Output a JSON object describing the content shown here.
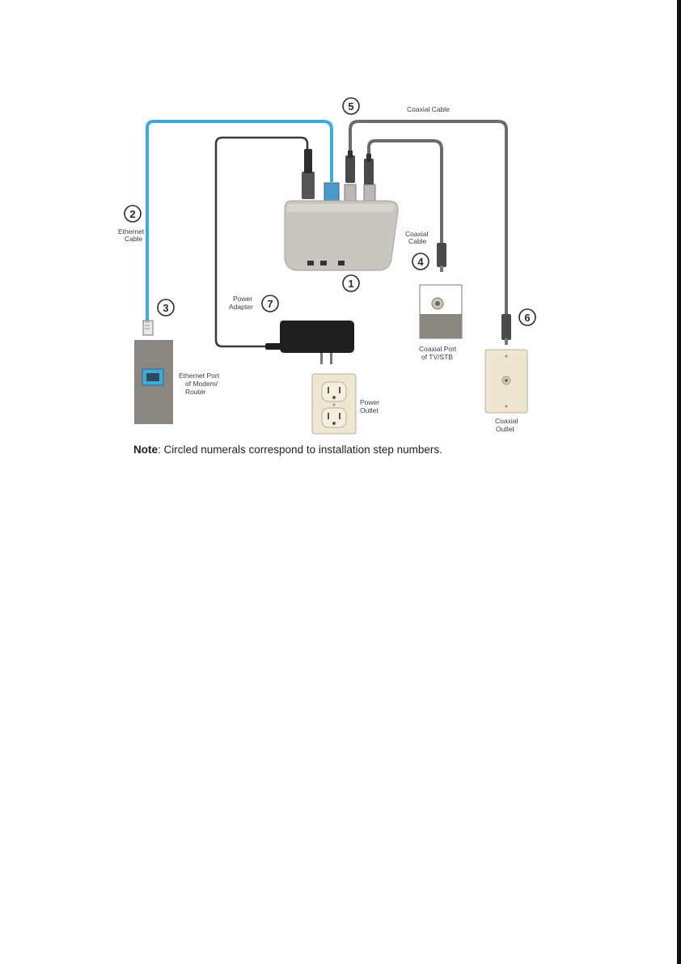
{
  "labels": {
    "coaxial_cable_top": "Coaxial Cable",
    "ethernet_cable_1": "Ethernet",
    "ethernet_cable_2": "Cable",
    "coaxial_cable_right_1": "Coaxial",
    "coaxial_cable_right_2": "Cable",
    "power_adapter_1": "Power",
    "power_adapter_2": "Adapter",
    "ethernet_port_1": "Ethernet Port",
    "ethernet_port_2": "of Modem/",
    "ethernet_port_3": "Router",
    "coaxial_port_tv_1": "Coaxial Port",
    "coaxial_port_tv_2": "of TV/STB",
    "power_outlet_1": "Power",
    "power_outlet_2": "Outlet",
    "coaxial_outlet_1": "Coaxial",
    "coaxial_outlet_2": "Outlet"
  },
  "steps": {
    "s1": "1",
    "s2": "2",
    "s3": "3",
    "s4": "4",
    "s5": "5",
    "s6": "6",
    "s7": "7"
  },
  "note": {
    "prefix": "Note",
    "text": ": Circled numerals correspond to installation step numbers."
  },
  "colors": {
    "ethernet_cable": "#3fa9dc",
    "coaxial_cable": "#6b6b6b",
    "power_cable": "#3a3a3a",
    "device_body": "#c9c5c0",
    "wall_plate_gray": "#8a8682",
    "outlet_plate": "#efe6d2"
  }
}
